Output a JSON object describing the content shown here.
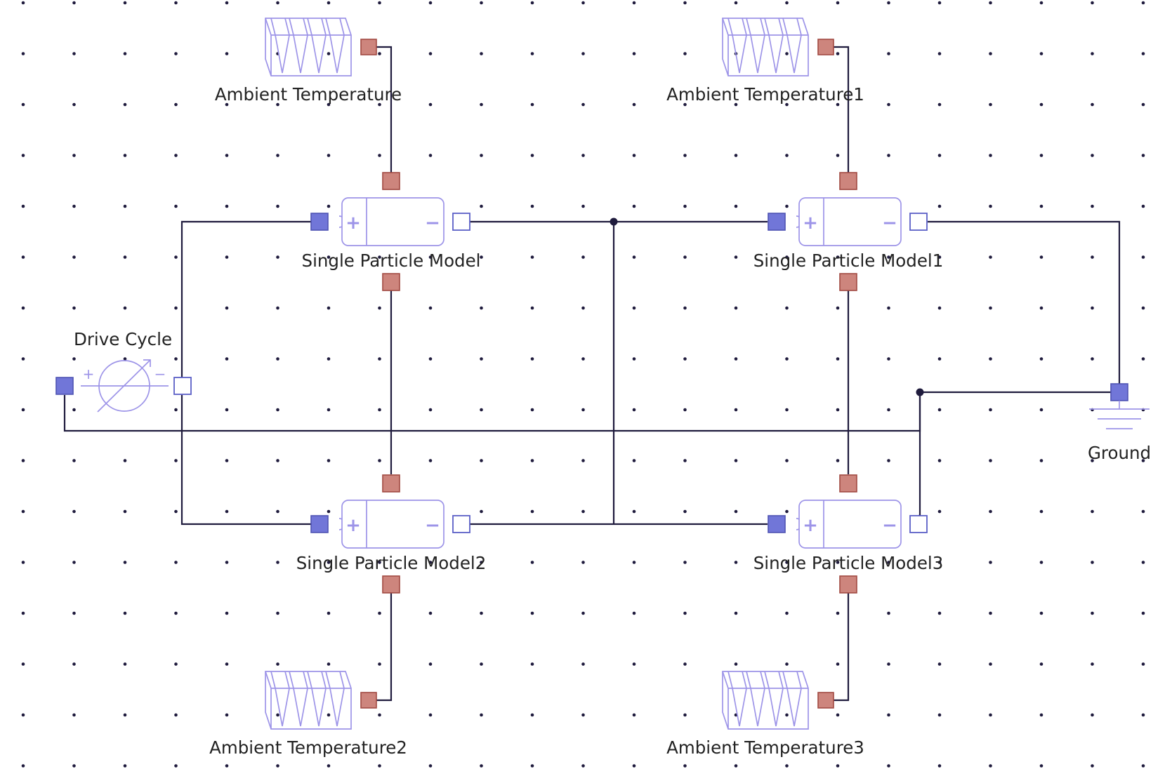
{
  "colors": {
    "background": "#ffffff",
    "grid_dot": "#1f1b3d",
    "wire": "#1f1b3d",
    "symbol_stroke": "#9d94e8",
    "thermal_port": "#cd857d",
    "positive_port": "#7176d8",
    "negative_port": "#ffffff"
  },
  "diagram": {
    "components": {
      "ambient_temperature": {
        "label": "Ambient Temperature",
        "icon": "heatsink-icon"
      },
      "ambient_temperature1": {
        "label": "Ambient Temperature1",
        "icon": "heatsink-icon"
      },
      "ambient_temperature2": {
        "label": "Ambient Temperature2",
        "icon": "heatsink-icon"
      },
      "ambient_temperature3": {
        "label": "Ambient Temperature3",
        "icon": "heatsink-icon"
      },
      "single_particle_model": {
        "label": "Single Particle Model",
        "icon": "battery-icon"
      },
      "single_particle_model1": {
        "label": "Single Particle Model1",
        "icon": "battery-icon"
      },
      "single_particle_model2": {
        "label": "Single Particle Model2",
        "icon": "battery-icon"
      },
      "single_particle_model3": {
        "label": "Single Particle Model3",
        "icon": "battery-icon"
      },
      "drive_cycle": {
        "label": "Drive Cycle",
        "icon": "current-source-icon"
      },
      "ground": {
        "label": "Ground",
        "icon": "ground-icon"
      }
    },
    "symbols": {
      "plus": "+",
      "minus": "−"
    }
  }
}
